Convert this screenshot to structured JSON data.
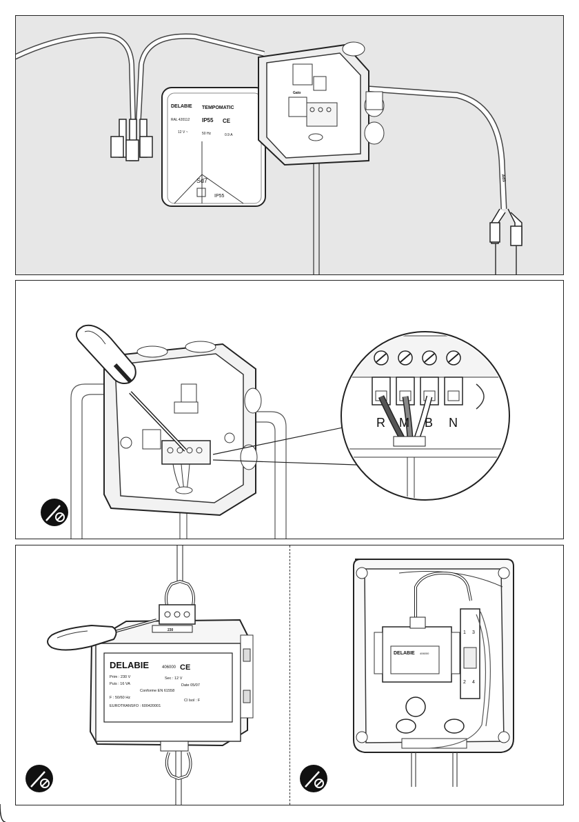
{
  "sensor": {
    "brand": "DELABIE",
    "model": "TEMPOMATIC",
    "ref": "RAL 420112",
    "rating": "IP55",
    "ce": "CE",
    "voltage": "12 V ~",
    "freq": "50 Hz",
    "current": "0.9 A",
    "label_sd7": "Sd7",
    "label_ip": "IP55"
  },
  "junction": {
    "label": "Gato"
  },
  "cable": {
    "tag": "Ad1"
  },
  "terminals": {
    "labels": [
      "R",
      "M",
      "B",
      "N"
    ]
  },
  "transformer": {
    "brand": "DELABIE",
    "ref": "406000",
    "ce": "CE",
    "prim": "Prim : 230 V",
    "sec": "Sec : 12 V",
    "puis": "Puis : 16 VA",
    "date": "Date 05/07",
    "conforme": "Conforme EN 61558",
    "freq": "F : 50/60 Hz",
    "cl": "Cl Isol : F",
    "euro": "EUROTRANSFO : 600420001",
    "plug_label": "230"
  },
  "enclosure": {
    "label_brand": "DELABIE",
    "label_ref": "406000",
    "terminals_top": [
      "1",
      "3"
    ],
    "terminals_bottom": [
      "2",
      "4"
    ]
  },
  "icons": {
    "tool": "screwdriver-icon"
  }
}
